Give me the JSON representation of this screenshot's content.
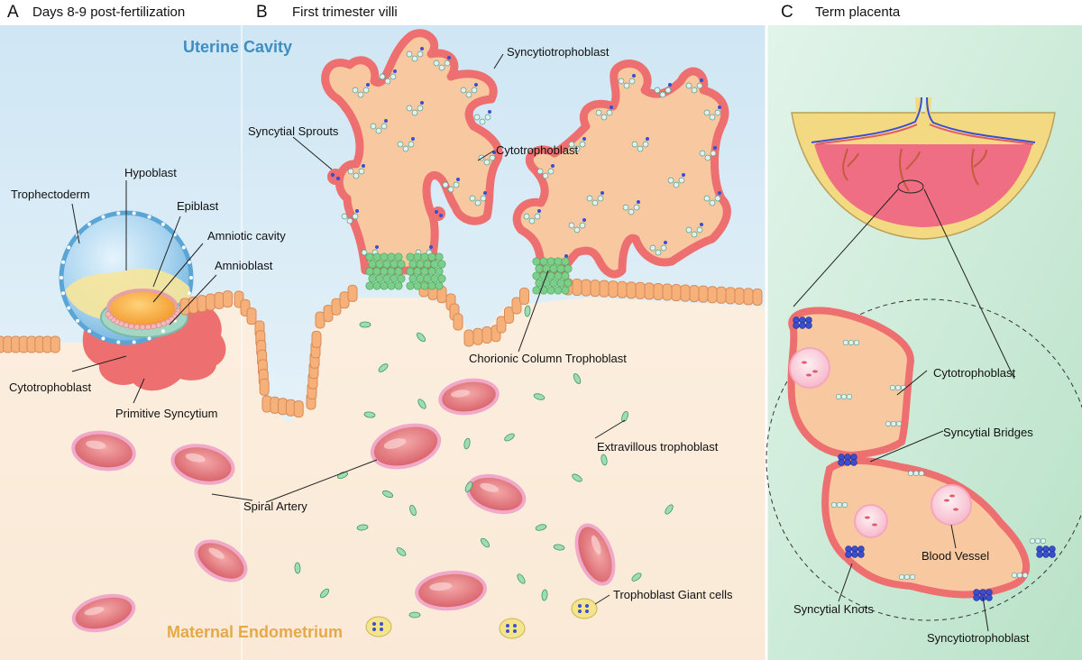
{
  "panels": {
    "a": {
      "letter": "A",
      "title": "Days 8-9 post-fertilization"
    },
    "b": {
      "letter": "B",
      "title": "First trimester villi"
    },
    "c": {
      "letter": "C",
      "title": "Term placenta"
    }
  },
  "regions": {
    "uterine_cavity": "Uterine Cavity",
    "maternal_endometrium": "Maternal Endometrium"
  },
  "labels": {
    "trophectoderm": "Trophectoderm",
    "hypoblast": "Hypoblast",
    "epiblast": "Epiblast",
    "amniotic_cavity": "Amniotic cavity",
    "amnioblast": "Amnioblast",
    "cytotrophoblast_a": "Cytotrophoblast",
    "primitive_syncytium": "Primitive Syncytium",
    "spiral_artery": "Spiral Artery",
    "syncytial_sprouts": "Syncytial Sprouts",
    "syncytiotrophoblast_b": "Syncytiotrophoblast",
    "cytotrophoblast_b": "Cytotrophoblast",
    "chorionic_column": "Chorionic Column Trophoblast",
    "extravillous": "Extravillous trophoblast",
    "giant_cells": "Trophoblast Giant cells",
    "cytotrophoblast_c": "Cytotrophoblast",
    "syncytial_bridges": "Syncytial Bridges",
    "blood_vessel": "Blood Vessel",
    "syncytial_knots": "Syncytial Knots",
    "syncytiotrophoblast_c": "Syncytiotrophoblast"
  },
  "colors": {
    "cavity": "#d3e8f5",
    "endometrium": "#fbeedd",
    "panel_c_bg": "#cdebd9",
    "syncytium": "#ee6f6f",
    "villus_core": "#f8c9a0",
    "cyto_cell": "#dff2ee",
    "column_cell": "#7ccf8a",
    "epithelium": "#f6b07a",
    "artery": "#e07a80",
    "artery_rim": "#f0a9c8",
    "nucleus_blue": "#3a4fd0",
    "uterine_cavity_text": "#3f8ec2",
    "endometrium_text": "#e6a94a"
  }
}
